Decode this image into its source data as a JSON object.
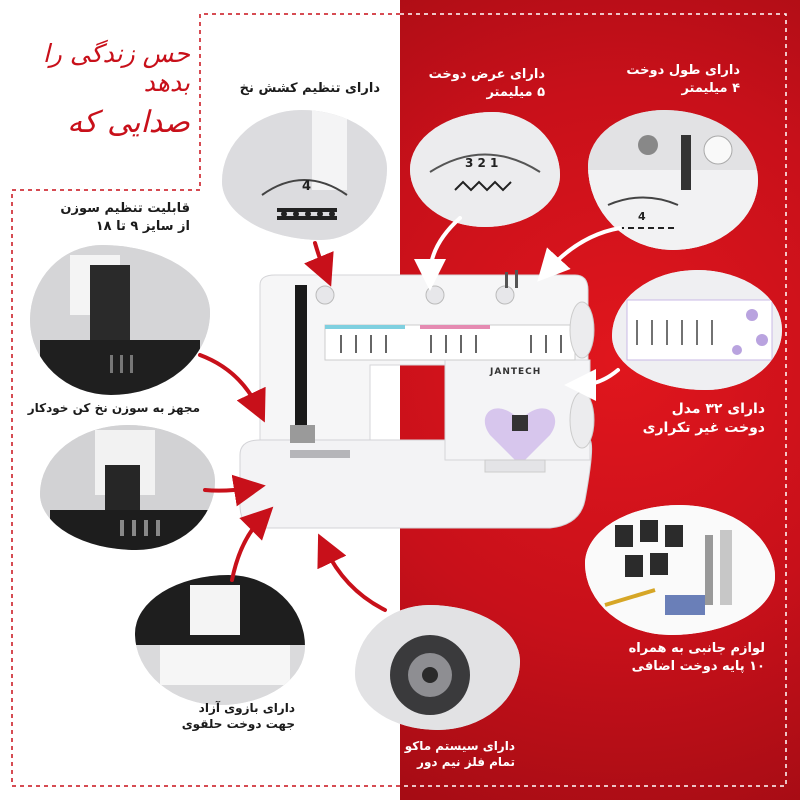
{
  "slogan": {
    "line1": "حس زندگی را بدهد",
    "line2": "صدایی که"
  },
  "features": {
    "tension": "دارای تنظیم کشش نخ",
    "stitch_width_l1": "دارای عرض دوخت",
    "stitch_width_l2": "۵ میلیمتر",
    "stitch_length_l1": "دارای طول دوخت",
    "stitch_length_l2": "۴ میلیمتر",
    "needle_size_l1": "قابلیت تنظیم سوزن",
    "needle_size_l2": "از سایز ۹ تا ۱۸",
    "threader": "مجهز به سوزن نخ کن خودکار",
    "patterns_l1": "دارای ۳۲ مدل",
    "patterns_l2": "دوخت غیر تکراری",
    "accessories_l1": "لوازم جانبی به همراه",
    "accessories_l2": "۱۰ پایه دوخت اضافی",
    "free_arm_l1": "دارای بازوی آزاد",
    "free_arm_l2": "جهت دوخت حلقوی",
    "rotary_l1": "دارای سیستم ماکو",
    "rotary_l2": "تمام فلز نیم دور"
  },
  "machine": {
    "brand": "JANTECH"
  },
  "dial_labels": {
    "tension_value": "4",
    "width_value": "3 2 1",
    "length_value": "4"
  },
  "colors": {
    "red": "#c8101a",
    "dark": "#1b1b1b",
    "white": "#ffffff"
  }
}
